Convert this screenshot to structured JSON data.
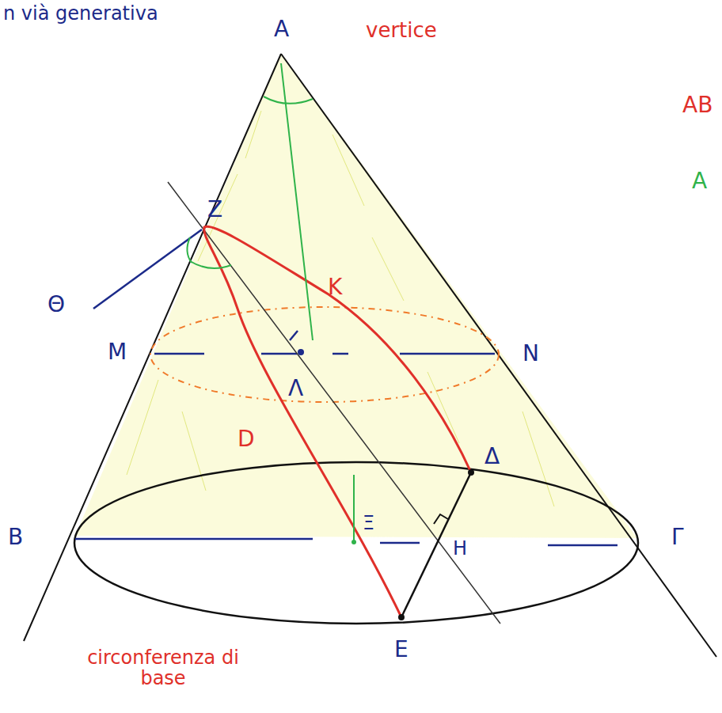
{
  "diagram": {
    "labels": [
      "n vià generativa",
      "A",
      "vertice",
      "AB",
      "A",
      "Z",
      "Θ",
      "K",
      "M",
      "Λ",
      "N",
      "D",
      "Δ",
      "B",
      "Ξ",
      "H",
      "Γ",
      "E",
      "circonferenza di base"
    ]
  }
}
